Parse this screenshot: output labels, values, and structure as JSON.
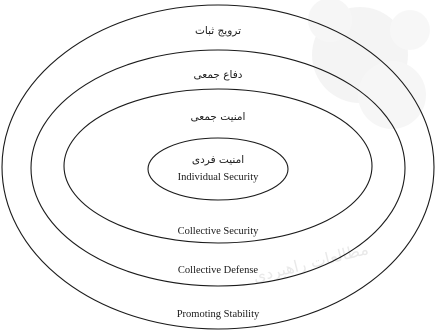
{
  "levels": [
    {
      "id": "stability",
      "label_fa": "ترویج ثبات",
      "label_en": "Promoting Stability"
    },
    {
      "id": "defense",
      "label_fa": "دفاع جمعی",
      "label_en": "Collective Defense"
    },
    {
      "id": "collective-security",
      "label_fa": "امنیت جمعی",
      "label_en": "Collective Security"
    },
    {
      "id": "individual-security",
      "label_fa": "امنیت فردی",
      "label_en": "Individual Security"
    }
  ],
  "watermark": {
    "text": "مطالعات راهبردی"
  }
}
